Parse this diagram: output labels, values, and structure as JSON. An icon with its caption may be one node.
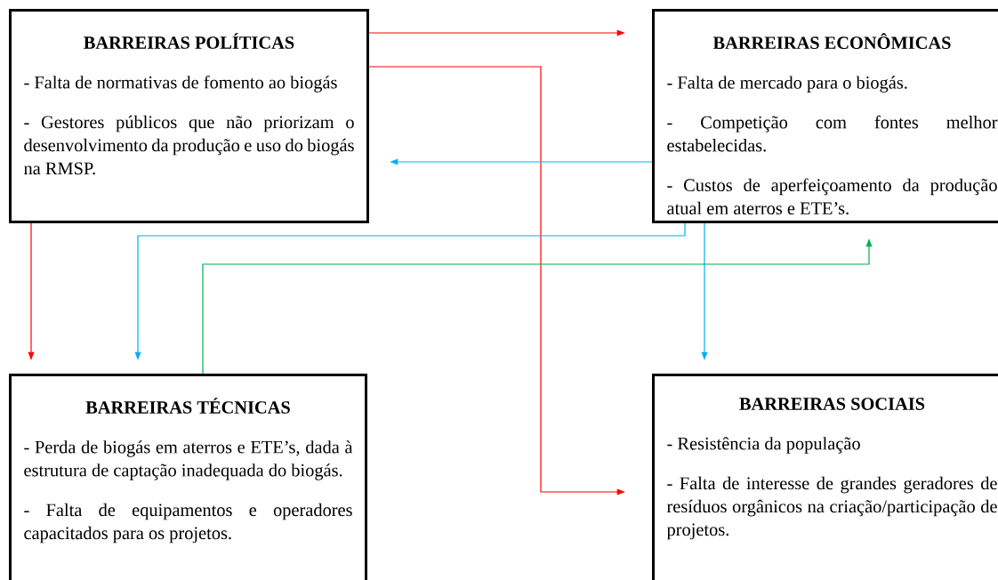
{
  "diagram": {
    "nodes": [
      {
        "text": [
          "BARREIRAS POLÍTICAS",
          "- Falta de normativas de fomento ao biogás",
          "- Gestores públicos que não priorizam o desenvolvimento da produção e uso do biogás na RMSP."
        ]
      },
      {
        "text": [
          "BARREIRAS ECONÔMICAS",
          "- Falta de mercado para o biogás.",
          "- Competição com fontes melhor estabelecidas.",
          "- Custos de aperfeiçoamento da produção atual em aterros e ETE’s."
        ]
      },
      {
        "text": [
          "BARREIRAS TÉCNICAS",
          "- Perda de biogás em aterros e ETE’s, dada à estrutura de captação inadequada do biogás.",
          "- Falta de equipamentos e operadores capacitados para os projetos."
        ]
      },
      {
        "text": [
          "BARREIRAS SOCIAIS",
          "- Resistência da população",
          "- Falta de interesse de grandes geradores de resíduos orgânicos na criação/participação de projetos."
        ]
      }
    ],
    "edges": [
      {
        "from": 0,
        "to": 1,
        "arrow": "to",
        "color": "#ff0000"
      },
      {
        "from": 0,
        "to": 3,
        "arrow": "to",
        "color": "#ff0000"
      },
      {
        "from": 1,
        "to": 0,
        "arrow": "to",
        "color": "#00b0f0"
      },
      {
        "from": 1,
        "to": 2,
        "arrow": "to",
        "color": "#00b0f0"
      },
      {
        "from": 1,
        "to": 3,
        "arrow": "to",
        "color": "#00b0f0"
      },
      {
        "from": 2,
        "to": 1,
        "arrow": "to",
        "color": "#00b050"
      },
      {
        "from": 0,
        "to": 2,
        "arrow": "to",
        "color": "#ff0000"
      }
    ]
  }
}
